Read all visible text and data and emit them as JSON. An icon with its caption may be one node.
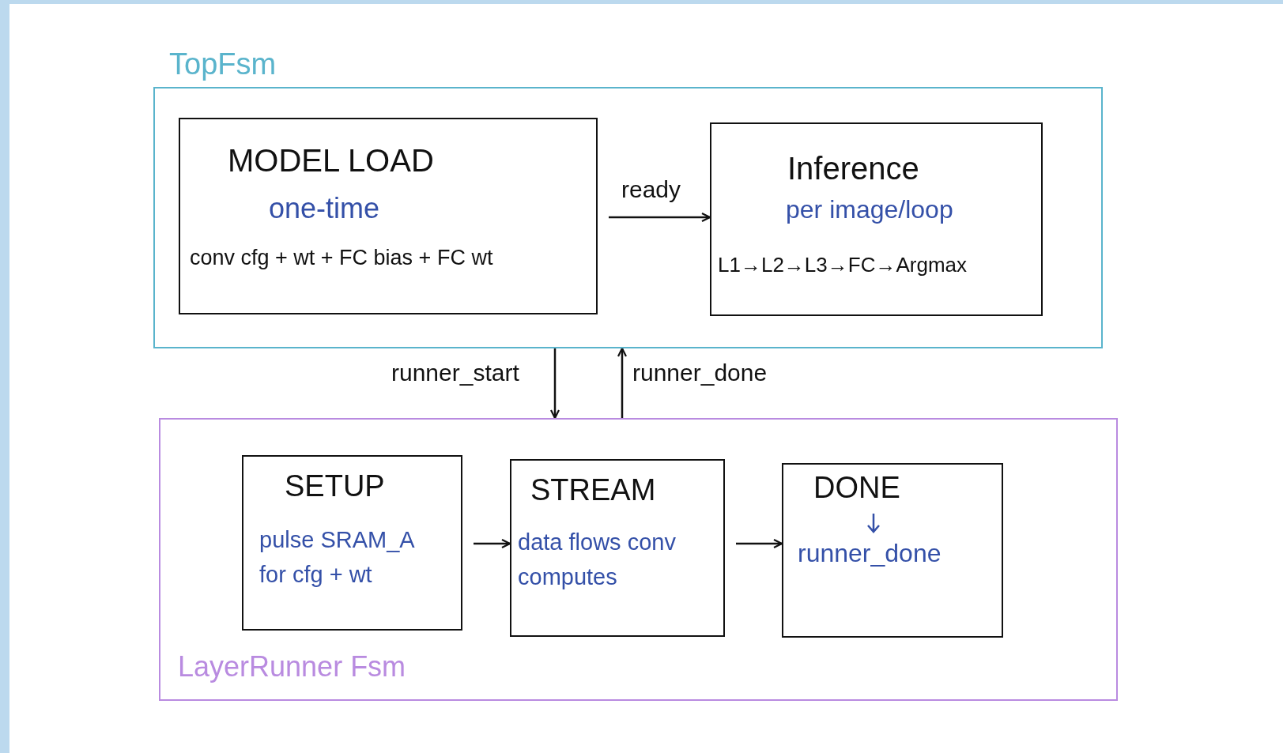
{
  "diagram": {
    "nodes": [
      {
        "text": [
          "TopFsm"
        ]
      },
      {
        "text": [
          "MODEL LOAD",
          "one-time",
          "conv cfg + wt + FC bias + FC wt"
        ],
        "in": 0
      },
      {
        "text": [
          "Inference",
          "per image/loop",
          "L1→L2→L3→FC→Argmax"
        ],
        "in": 0
      },
      {
        "text": [
          "LayerRunner Fsm"
        ]
      },
      {
        "text": [
          "SETUP",
          "pulse SRAM_A for cfg + wt"
        ],
        "in": 3
      },
      {
        "text": [
          "STREAM",
          "data flows conv computes"
        ],
        "in": 3
      },
      {
        "text": [
          "DONE",
          "runner_done"
        ],
        "in": 3
      }
    ],
    "edges": [
      {
        "from": 1,
        "to": 2,
        "arrow": "to",
        "label": "ready"
      },
      {
        "from": 0,
        "to": 3,
        "arrow": "to",
        "label": "runner_start"
      },
      {
        "from": 3,
        "to": 0,
        "arrow": "to",
        "label": "runner_done"
      },
      {
        "from": 4,
        "to": 5,
        "arrow": "to"
      },
      {
        "from": 5,
        "to": 6,
        "arrow": "to"
      }
    ]
  }
}
